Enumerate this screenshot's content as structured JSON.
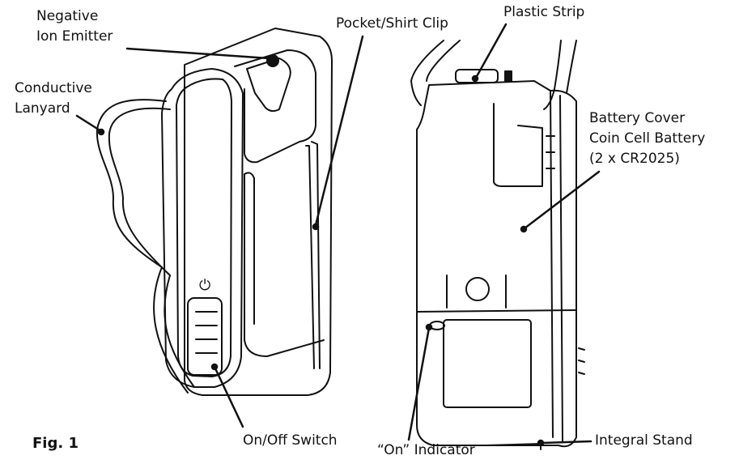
{
  "figure_label": "Fig. 1",
  "labels": {
    "negative_ion_emitter": [
      "Negative",
      "Ion Emitter"
    ],
    "conductive_lanyard": [
      "Conductive",
      "Lanyard"
    ],
    "pocket_shirt_clip": "Pocket/Shirt Clip",
    "plastic_strip": "Plastic Strip",
    "battery": [
      "Battery Cover",
      "Coin Cell Battery",
      "(2 x CR2025)"
    ],
    "on_off_switch": "On/Off Switch",
    "on_indicator": "“On” Indicator",
    "integral_stand": "Integral Stand"
  },
  "power_symbol": "⏻",
  "colors": {
    "line": "#111111",
    "background": "#ffffff"
  }
}
